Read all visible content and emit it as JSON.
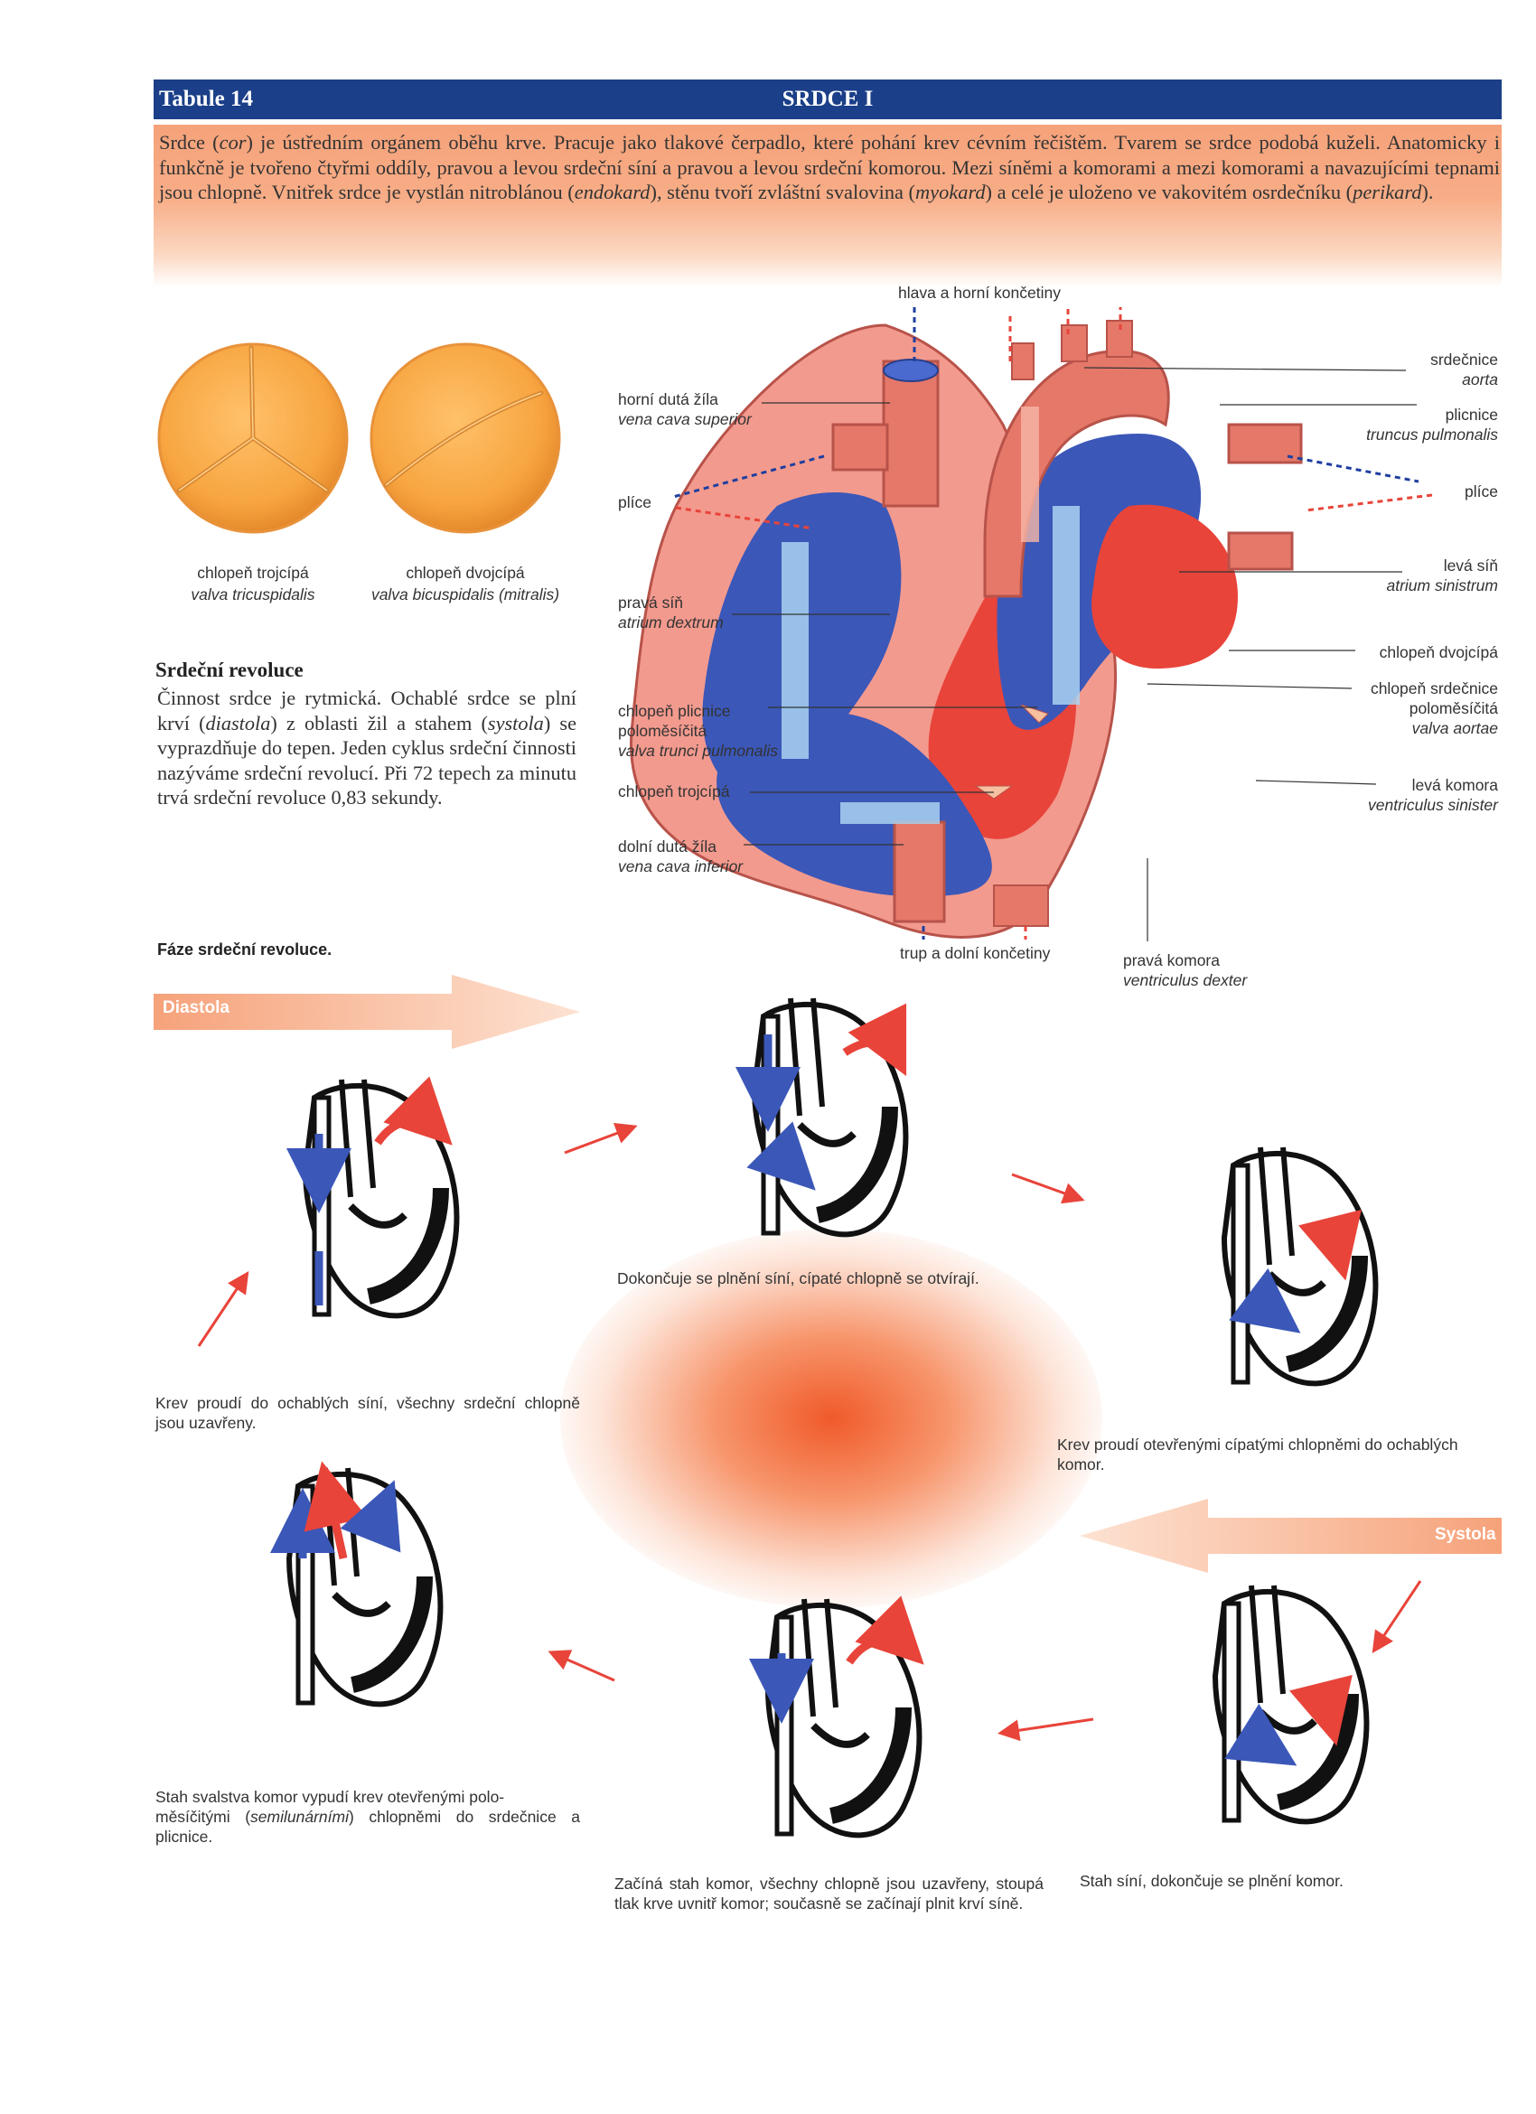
{
  "header": {
    "tab": "Tabule 14",
    "title": "SRDCE I"
  },
  "intro": {
    "parts": [
      {
        "t": "Srdce ("
      },
      {
        "t": "cor",
        "i": true
      },
      {
        "t": ") je ústředním orgánem oběhu krve. Pracuje jako tlakové čerpadlo, které pohání krev cévním řečištěm. Tvarem se srdce podobá kuželi. Anatomicky i funkčně je tvořeno čtyřmi oddíly, pravou a levou srdeční síní a pravou a levou srdeční komorou. Mezi síněmi a komorami a mezi komorami a navazujícími tepnami jsou chlopně. Vnitřek srdce je vystlán nitroblánou ("
      },
      {
        "t": "endokard",
        "i": true
      },
      {
        "t": "), stěnu tvoří zvláštní svalovina ("
      },
      {
        "t": "myokard",
        "i": true
      },
      {
        "t": ") a celé je uloženo ve vakovitém osrdečníku ("
      },
      {
        "t": "perikard",
        "i": true
      },
      {
        "t": ")."
      }
    ]
  },
  "valves": {
    "tricuspid": {
      "name": "chlopeň trojcípá",
      "latin": "valva tricuspidalis"
    },
    "bicuspid": {
      "name": "chlopeň dvojcípá",
      "latin": "valva bicuspidalis (mitralis)"
    }
  },
  "revolution": {
    "title": "Srdeční revoluce",
    "parts": [
      {
        "t": "Činnost srdce je rytmická. Ochablé srdce se plní krví ("
      },
      {
        "t": "diastola",
        "i": true
      },
      {
        "t": ") z oblasti žil a stahem ("
      },
      {
        "t": "systola",
        "i": true
      },
      {
        "t": ") se vyprazdňuje do tepen. Jeden cyklus srdeční činnosti nazýváme srdeční revolucí. Při 72 tepech za minutu trvá srdeční revoluce 0,83 sekundy."
      }
    ]
  },
  "heart_labels": {
    "top": "hlava a horní končetiny",
    "bottom": "trup a dolní končetiny",
    "svc": {
      "name": "horní dutá žíla",
      "latin": "vena cava superior"
    },
    "lung_left": "plíce",
    "right_atrium": {
      "name": "pravá síň",
      "latin": "atrium dextrum"
    },
    "pulm_valve": {
      "name": "chlopeň plicnice poloměsíčitá",
      "latin": "valva trunci pulmonalis"
    },
    "tricuspid": "chlopeň trojcípá",
    "ivc": {
      "name": "dolní dutá žíla",
      "latin": "vena cava inferior"
    },
    "aorta": {
      "name": "srdečnice",
      "latin": "aorta"
    },
    "pulm_trunk": {
      "name": "plicnice",
      "latin": "truncus pulmonalis"
    },
    "lung_right": "plíce",
    "left_atrium": {
      "name": "levá síň",
      "latin": "atrium sinistrum"
    },
    "bicuspid": "chlopeň dvojcípá",
    "aortic_valve": {
      "name": "chlopeň srdečnice poloměsíčitá",
      "latin": "valva aortae"
    },
    "left_ventricle": {
      "name": "levá komora",
      "latin": "ventriculus sinister"
    },
    "right_ventricle": {
      "name": "pravá komora",
      "latin": "ventriculus dexter"
    }
  },
  "phases": {
    "title": "Fáze srdeční revoluce.",
    "diastole": "Diastola",
    "systole": "Systola",
    "captions": {
      "p1": "Krev proudí do ochablých síní, všechny srdeční chlopně jsou uzavřeny.",
      "p2": "Dokončuje se plnění síní, cípaté chlopně se otvírají.",
      "p3": "Krev proudí otevřenými cípatými chlopněmi do ochablých komor.",
      "p4": "Stah síní, dokončuje se plnění komor.",
      "p5": "Začíná stah komor, všechny chlopně jsou uzavřeny, stoupá tlak krve uvnitř komor; současně se začínají plnit krví síně.",
      "p6a": "Stah svalstva komor vypudí krev otevřenými polo-",
      "p6b": "měsíčitými (",
      "p6i": "semilunárními",
      "p6c": ") chlopněmi do srdečnice a plicnice."
    }
  },
  "colors": {
    "header": "#1b3f88",
    "artery": "#e8443a",
    "vein": "#3b57b8",
    "valve": "#f7a540",
    "band": "#f6a27a"
  }
}
